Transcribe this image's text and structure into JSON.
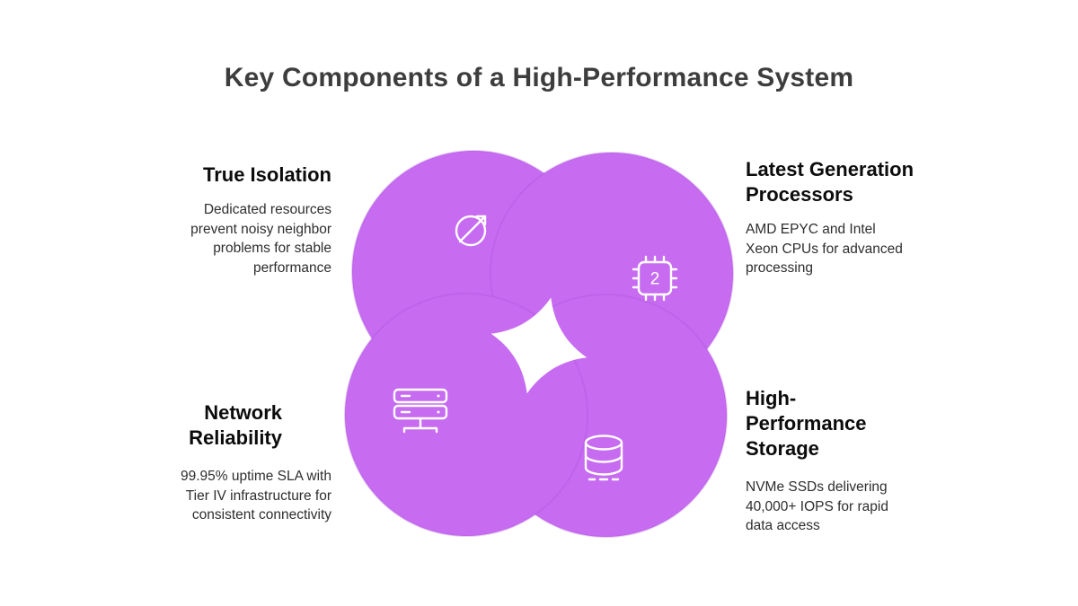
{
  "title": "Key Components of a High-Performance System",
  "colors": {
    "circle": "#c76cf1",
    "circle_edge": "#a94fd8",
    "icon": "#ffffff",
    "heading": "#0c0c0c",
    "body_text": "#2e2e2e",
    "title_text": "#3d3d3d"
  },
  "items": [
    {
      "heading": "True Isolation",
      "body": "Dedicated resources prevent noisy neighbor problems for stable performance",
      "icon": "satellite-dish-icon"
    },
    {
      "heading": "Latest Generation Processors",
      "body": "AMD EPYC and Intel Xeon CPUs for advanced processing",
      "icon": "cpu-chip-icon",
      "icon_label": "2"
    },
    {
      "heading": "Network Reliability",
      "body": "99.95% uptime SLA with Tier IV infrastructure for consistent connectivity",
      "icon": "server-rack-icon"
    },
    {
      "heading": "High-Performance Storage",
      "body": "NVMe SSDs delivering 40,000+ IOPS for rapid data access",
      "icon": "database-icon"
    }
  ]
}
